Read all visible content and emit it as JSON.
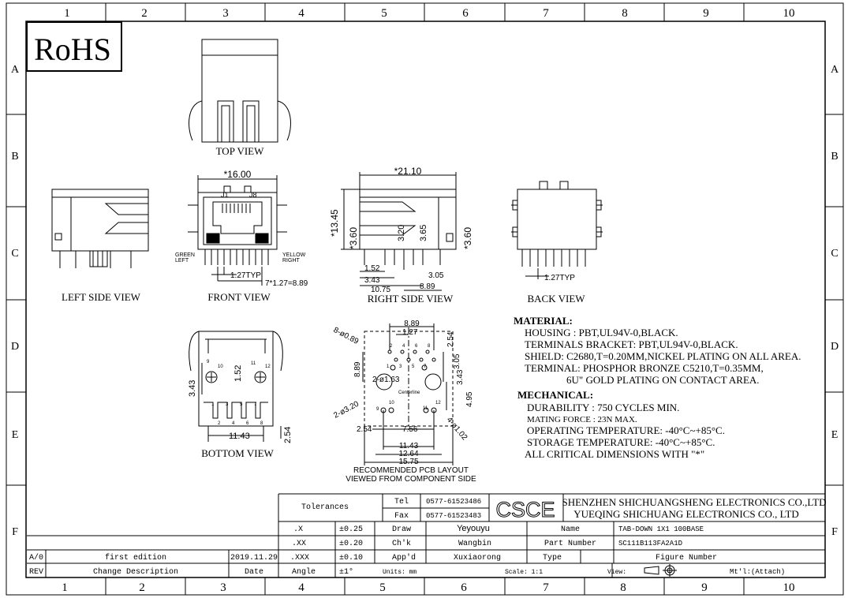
{
  "rohs": "RoHS",
  "grid": {
    "cols": [
      "1",
      "2",
      "3",
      "4",
      "5",
      "6",
      "7",
      "8",
      "9",
      "10"
    ],
    "rows": [
      "A",
      "B",
      "C",
      "D",
      "E",
      "F"
    ]
  },
  "views": {
    "top": "TOP VIEW",
    "left_side": "LEFT SIDE VIEW",
    "front": "FRONT VIEW",
    "right_side": "RIGHT SIDE VIEW",
    "back": "BACK VIEW",
    "bottom": "BOTTOM VIEW",
    "pcb_line1": "RECOMMENDED PCB LAYOUT",
    "pcb_line2": "VIEWED FROM COMPONENT SIDE"
  },
  "front_labels": {
    "width": "*16.00",
    "j1": "J1",
    "j8": "J8",
    "green": "GREEN",
    "left": "LEFT",
    "yellow": "YELLOW",
    "right": "RIGHT",
    "pitch": "1.27TYP",
    "span": "7*1.27=8.89"
  },
  "right_labels": {
    "width": "*21.10",
    "height": "*13.45",
    "h1": "*3.60",
    "h2": "3.20",
    "h3": "3.65",
    "h4": "*3.60",
    "d1": "1.52",
    "d2": "3.43",
    "d3": "10.75",
    "d4": "3.05",
    "d5": "8.89"
  },
  "back_labels": {
    "pitch": "1.27TYP"
  },
  "bottom_labels": {
    "d1": "3.43",
    "d2": "1.52",
    "d3": "11.43",
    "d4": "2.54",
    "pin10": "10",
    "pin11": "11",
    "pin12": "12",
    "pin9": "9",
    "pins_bottom": [
      "2",
      "4",
      "6",
      "8"
    ],
    "pins_top": [
      "1",
      "3",
      "5",
      "7"
    ]
  },
  "pcb_labels": {
    "d889top": "8.89",
    "d127": "1.27",
    "d254": "2.54",
    "holes8": "8-ø0.89",
    "d889left": "8.89",
    "holes2a": "2-ø1.63",
    "d305": "3.05",
    "d343": "3.43",
    "centerline": "Centerline",
    "holes2b": "2-ø3.20",
    "d495": "4.95",
    "d254b": "2.54",
    "d756": "7.56",
    "holes4": "4-ø1.02",
    "d1143": "11.43",
    "d1264": "12.64",
    "d1575": "15.75",
    "pins_top": [
      "2",
      "4",
      "6",
      "8"
    ],
    "pins_bot": [
      "1",
      "3",
      "5",
      "7"
    ],
    "p9": "9",
    "p10": "10",
    "p11": "11",
    "p12": "12"
  },
  "material": {
    "heading": "MATERIAL:",
    "lines": [
      "HOUSING : PBT,UL94V-0,BLACK.",
      "TERMINALS BRACKET: PBT,UL94V-0,BLACK.",
      "SHIELD: C2680,T=0.20MM,NICKEL PLATING ON ALL AREA.",
      "TERMINAL: PHOSPHOR BRONZE C5210,T=0.35MM,",
      "6U\" GOLD PLATING ON CONTACT AREA."
    ]
  },
  "mechanical": {
    "heading": "MECHANICAL:",
    "lines": [
      "DURABILITY : 750 CYCLES MIN.",
      "MATING FORCE : 23N MAX.",
      "OPERATING TEMPERATURE: -40°C~+85°C.",
      "STORAGE TEMPERATURE: -40°C~+85°C.",
      "ALL CRITICAL DIMENSIONS WITH \"*\""
    ]
  },
  "title_block": {
    "tolerances": "Tolerances",
    "tol": [
      {
        "k": ".X",
        "v": "±0.25"
      },
      {
        "k": ".XX",
        "v": "±0.20"
      },
      {
        "k": ".XXX",
        "v": "±0.10"
      },
      {
        "k": "Angle",
        "v": "±1°"
      }
    ],
    "tel_label": "Tel",
    "tel": "0577-61523486",
    "fax_label": "Fax",
    "fax": "0577-61523483",
    "logo": "CSCE",
    "company1": "SHENZHEN SHICHUANGSHENG ELECTRONICS CO.,LTD",
    "company2": "YUEQING SHICHUANG ELECTRONICS CO., LTD",
    "draw_label": "Draw",
    "draw": "Yeyouyu",
    "chk_label": "Ch'k",
    "chk": "Wangbin",
    "appd_label": "App'd",
    "appd": "Xuxiaorong",
    "name_label": "Name",
    "name": "TAB-DOWN 1X1 100BASE",
    "part_label": "Part Number",
    "part": "SC111B113FA2A1D",
    "type_label": "Type",
    "figure_label": "Figure Number",
    "units": "Units: mm",
    "scale": "Scale: 1:1",
    "view": "View:",
    "mtl": "Mt'l:(Attach)",
    "rev_code": "A/0",
    "rev_desc": "first edition",
    "rev_date": "2019.11.29",
    "rev_h": "REV",
    "change_h": "Change Description",
    "date_h": "Date"
  }
}
